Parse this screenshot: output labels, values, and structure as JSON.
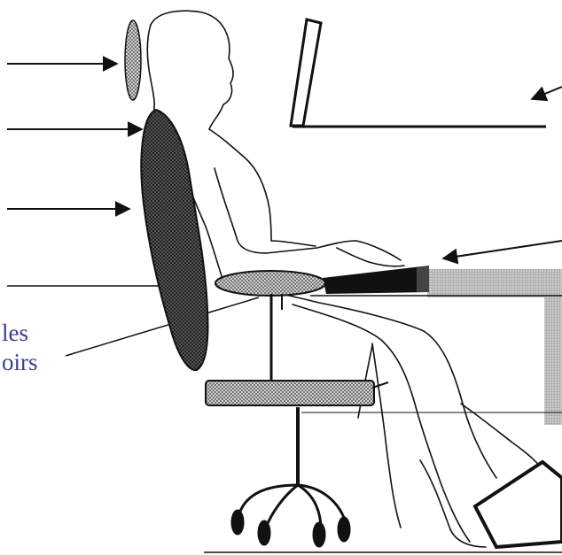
{
  "caption": {
    "line1": "les",
    "line2": "oirs"
  },
  "colors": {
    "ink": "#111111",
    "label": "#3b3f8f",
    "desk_shade": "#bdbdbd",
    "background": "#ffffff"
  },
  "icons": {
    "headrest": "headrest-pad",
    "backrest": "lumbar-backrest",
    "seat": "seat-cushion",
    "footrest": "footrest",
    "wrist_rest": "wrist-rest",
    "monitor": "monitor",
    "chair_base": "five-star-caster-base"
  }
}
